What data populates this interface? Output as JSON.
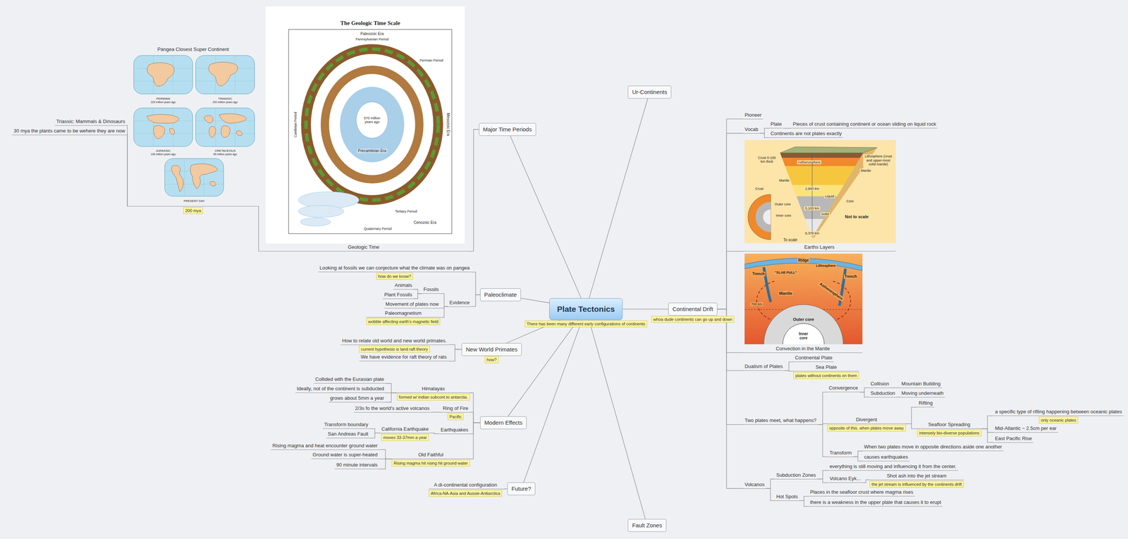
{
  "diagram": {
    "nodes": [
      {
        "text": [
          "Plate Tectonics",
          "There has been many different early configurations of continents"
        ]
      },
      {
        "text": [
          "Ur-Continents"
        ]
      },
      {
        "text": [
          "Continental Drift",
          "whoa dude continents can go up and down"
        ]
      },
      {
        "text": [
          "Pioneer"
        ]
      },
      {
        "text": [
          "Vocab"
        ]
      },
      {
        "text": [
          "Plate"
        ]
      },
      {
        "text": [
          "Pieces of crust containing continent or ocean sliding on liquid rock"
        ]
      },
      {
        "text": [
          "Continents are not plates exactly"
        ]
      },
      {
        "text": [
          "Earths Layers"
        ]
      },
      {
        "text": [
          "Convection in the Mantle"
        ]
      },
      {
        "text": [
          "Dualism of Plates"
        ]
      },
      {
        "text": [
          "Continental Plate"
        ]
      },
      {
        "text": [
          "Sea Plate",
          "plates without continents on them"
        ]
      },
      {
        "text": [
          "Two plates meet, what happens?"
        ]
      },
      {
        "text": [
          "Convergence"
        ]
      },
      {
        "text": [
          "Collision"
        ]
      },
      {
        "text": [
          "Mountain Building"
        ]
      },
      {
        "text": [
          "Subduction"
        ]
      },
      {
        "text": [
          "Moving underneath"
        ]
      },
      {
        "text": [
          "Divergent",
          "opposite of this. when plates move away"
        ]
      },
      {
        "text": [
          "Rifting"
        ]
      },
      {
        "text": [
          "Seafloor Spreading",
          "intensely bio-diverse populations"
        ]
      },
      {
        "text": [
          "a specific type of rifting happening between oceanic plates",
          "only oceanic plates"
        ]
      },
      {
        "text": [
          "Mid-Atlantic ~ 2.5cm per ear"
        ]
      },
      {
        "text": [
          "East Pacific Rise"
        ]
      },
      {
        "text": [
          "Transform"
        ]
      },
      {
        "text": [
          "When two plates move in opposite directions aside one another"
        ]
      },
      {
        "text": [
          "causes earthquakes"
        ]
      },
      {
        "text": [
          "Volcanos"
        ]
      },
      {
        "text": [
          "Subduction Zones"
        ]
      },
      {
        "text": [
          "everything is still moving and influencing it from the center."
        ]
      },
      {
        "text": [
          "Volcano Eyk..."
        ]
      },
      {
        "text": [
          "Shot ash into the jet stream",
          "the jet stream is influenced by the continents drift"
        ]
      },
      {
        "text": [
          "Hot Spots"
        ]
      },
      {
        "text": [
          "Places in the seafloor crust where magma rises"
        ]
      },
      {
        "text": [
          "there is a weakness in the upper plate that causes it to erupt"
        ]
      },
      {
        "text": [
          "Fault Zones"
        ]
      },
      {
        "text": [
          "Future?"
        ]
      },
      {
        "text": [
          "A di-continental configuration",
          "Africa-NA-Asia and Aussie-Antiarctica"
        ]
      },
      {
        "text": [
          "Modern Effects"
        ]
      },
      {
        "text": [
          "Himalayas",
          "formed w/ indian subcont to antarctia."
        ]
      },
      {
        "text": [
          "Collided with the Eurasian plate"
        ]
      },
      {
        "text": [
          "Ideally, not of the continent is subducted"
        ]
      },
      {
        "text": [
          "grows about 5mm a year"
        ]
      },
      {
        "text": [
          "Ring of Fire",
          "Pacific"
        ]
      },
      {
        "text": [
          "2/3s fo the world's active volcanos"
        ]
      },
      {
        "text": [
          "Earthquakes"
        ]
      },
      {
        "text": [
          "California Earthquake",
          "moves 33-37mm a year"
        ]
      },
      {
        "text": [
          "Transform boundary"
        ]
      },
      {
        "text": [
          "San Andreas Fault"
        ]
      },
      {
        "text": [
          "Old Faithful",
          "Rising magma hit rising hit ground water"
        ]
      },
      {
        "text": [
          "Rising magma and heat encounter ground water"
        ]
      },
      {
        "text": [
          "Ground water is super-heated"
        ]
      },
      {
        "text": [
          "90 minute intervals"
        ]
      },
      {
        "text": [
          "New World Primates",
          "how?"
        ]
      },
      {
        "text": [
          "How to relate old world and new world primates.",
          "current hypothesis is land raft theory"
        ]
      },
      {
        "text": [
          "We have evidence for raft theory of rats"
        ]
      },
      {
        "text": [
          "Paleoclimate"
        ]
      },
      {
        "text": [
          "Looking at fossils we can conjecture what the climate was on pangea",
          "how do we know?"
        ]
      },
      {
        "text": [
          "Evidence"
        ]
      },
      {
        "text": [
          "Fossils"
        ]
      },
      {
        "text": [
          "Animals"
        ]
      },
      {
        "text": [
          "Plant Fossils"
        ]
      },
      {
        "text": [
          "Movement of plates now"
        ]
      },
      {
        "text": [
          "Paleomagnetism",
          "wobble affecting earth's magnetic field"
        ]
      },
      {
        "text": [
          "Major Time Periods"
        ]
      },
      {
        "text": [
          "Geologic Time"
        ]
      },
      {
        "text": [
          "Pangea Closest Super Continent",
          "200 mya"
        ]
      },
      {
        "text": [
          "Triassic: Mammals & Dinosaurs"
        ]
      },
      {
        "text": [
          "30 mya the plants came to be wehere they are now"
        ]
      }
    ],
    "edges": [
      {
        "from": 0,
        "to": 1,
        "arrow": "none"
      },
      {
        "from": 0,
        "to": 2,
        "arrow": "none"
      },
      {
        "from": 0,
        "to": 36,
        "arrow": "none"
      },
      {
        "from": 0,
        "to": 37,
        "arrow": "none"
      },
      {
        "from": 0,
        "to": 39,
        "arrow": "none"
      },
      {
        "from": 0,
        "to": 54,
        "arrow": "none"
      },
      {
        "from": 0,
        "to": 57,
        "arrow": "none"
      },
      {
        "from": 0,
        "to": 65,
        "arrow": "none"
      },
      {
        "from": 2,
        "to": 3,
        "arrow": "none"
      },
      {
        "from": 2,
        "to": 4,
        "arrow": "none"
      },
      {
        "from": 2,
        "to": 8,
        "arrow": "none"
      },
      {
        "from": 2,
        "to": 9,
        "arrow": "none"
      },
      {
        "from": 2,
        "to": 10,
        "arrow": "none"
      },
      {
        "from": 2,
        "to": 13,
        "arrow": "none"
      },
      {
        "from": 2,
        "to": 28,
        "arrow": "none"
      },
      {
        "from": 4,
        "to": 5,
        "arrow": "none"
      },
      {
        "from": 5,
        "to": 6,
        "arrow": "none"
      },
      {
        "from": 4,
        "to": 7,
        "arrow": "none"
      },
      {
        "from": 10,
        "to": 11,
        "arrow": "none"
      },
      {
        "from": 10,
        "to": 12,
        "arrow": "none"
      },
      {
        "from": 13,
        "to": 14,
        "arrow": "none"
      },
      {
        "from": 13,
        "to": 19,
        "arrow": "none"
      },
      {
        "from": 13,
        "to": 25,
        "arrow": "none"
      },
      {
        "from": 14,
        "to": 15,
        "arrow": "none"
      },
      {
        "from": 15,
        "to": 16,
        "arrow": "none"
      },
      {
        "from": 14,
        "to": 17,
        "arrow": "none"
      },
      {
        "from": 17,
        "to": 18,
        "arrow": "none"
      },
      {
        "from": 19,
        "to": 20,
        "arrow": "none"
      },
      {
        "from": 19,
        "to": 21,
        "arrow": "none"
      },
      {
        "from": 21,
        "to": 22,
        "arrow": "none"
      },
      {
        "from": 21,
        "to": 23,
        "arrow": "none"
      },
      {
        "from": 21,
        "to": 24,
        "arrow": "none"
      },
      {
        "from": 25,
        "to": 26,
        "arrow": "none"
      },
      {
        "from": 25,
        "to": 27,
        "arrow": "none"
      },
      {
        "from": 28,
        "to": 29,
        "arrow": "none"
      },
      {
        "from": 29,
        "to": 30,
        "arrow": "none"
      },
      {
        "from": 29,
        "to": 31,
        "arrow": "none"
      },
      {
        "from": 31,
        "to": 32,
        "arrow": "none"
      },
      {
        "from": 28,
        "to": 33,
        "arrow": "none"
      },
      {
        "from": 33,
        "to": 34,
        "arrow": "none"
      },
      {
        "from": 33,
        "to": 35,
        "arrow": "none"
      },
      {
        "from": 37,
        "to": 38,
        "arrow": "none"
      },
      {
        "from": 39,
        "to": 40,
        "arrow": "none"
      },
      {
        "from": 40,
        "to": 41,
        "arrow": "none"
      },
      {
        "from": 40,
        "to": 42,
        "arrow": "none"
      },
      {
        "from": 40,
        "to": 43,
        "arrow": "none"
      },
      {
        "from": 39,
        "to": 44,
        "arrow": "none"
      },
      {
        "from": 44,
        "to": 45,
        "arrow": "none"
      },
      {
        "from": 39,
        "to": 46,
        "arrow": "none"
      },
      {
        "from": 46,
        "to": 47,
        "arrow": "none"
      },
      {
        "from": 47,
        "to": 48,
        "arrow": "none"
      },
      {
        "from": 47,
        "to": 49,
        "arrow": "none"
      },
      {
        "from": 39,
        "to": 50,
        "arrow": "none"
      },
      {
        "from": 50,
        "to": 51,
        "arrow": "none"
      },
      {
        "from": 50,
        "to": 52,
        "arrow": "none"
      },
      {
        "from": 50,
        "to": 53,
        "arrow": "none"
      },
      {
        "from": 54,
        "to": 55,
        "arrow": "none"
      },
      {
        "from": 54,
        "to": 56,
        "arrow": "none"
      },
      {
        "from": 57,
        "to": 58,
        "arrow": "none"
      },
      {
        "from": 57,
        "to": 59,
        "arrow": "none"
      },
      {
        "from": 59,
        "to": 60,
        "arrow": "none"
      },
      {
        "from": 60,
        "to": 61,
        "arrow": "none"
      },
      {
        "from": 60,
        "to": 62,
        "arrow": "none"
      },
      {
        "from": 59,
        "to": 63,
        "arrow": "none"
      },
      {
        "from": 59,
        "to": 64,
        "arrow": "none"
      },
      {
        "from": 65,
        "to": 66,
        "arrow": "none"
      },
      {
        "from": 66,
        "to": 67,
        "arrow": "none"
      },
      {
        "from": 67,
        "to": 68,
        "arrow": "none"
      },
      {
        "from": 67,
        "to": 69,
        "arrow": "none"
      }
    ],
    "labels": [
      "The Geologic Time Scale",
      "Paleozoic Era",
      "Pennsylvanian Period",
      "Permian Period",
      "Mesozoic Era",
      "Tertiary Period",
      "Cenozoic Era",
      "Quaternary Period",
      "Cambrian Period",
      "570 million years ago",
      "Precambrian Era",
      "PERMIAN",
      "225 million years ago",
      "TRIASSIC",
      "200 million years ago",
      "JURASSIC",
      "135 million years ago",
      "CRETACEOUS",
      "65 million years ago",
      "PRESENT DAY",
      "Crust 0-100 km thick",
      "Asthenosphere",
      "Lithosphere (crust and upper-most solid mantle)",
      "Mantle",
      "Mantle",
      "Crust",
      "2,900 km",
      "Liquid",
      "Outer core",
      "5,100 km",
      "Core",
      "Inner core",
      "Solid",
      "Not to scale",
      "6,378 km",
      "To scale",
      "Ridge",
      "Lithosphere",
      "Trench",
      "\"SLAB PULL\"",
      "Trench",
      "Mantle",
      "Asthenosphere",
      "700 km",
      "Outer core",
      "Inner core"
    ]
  }
}
